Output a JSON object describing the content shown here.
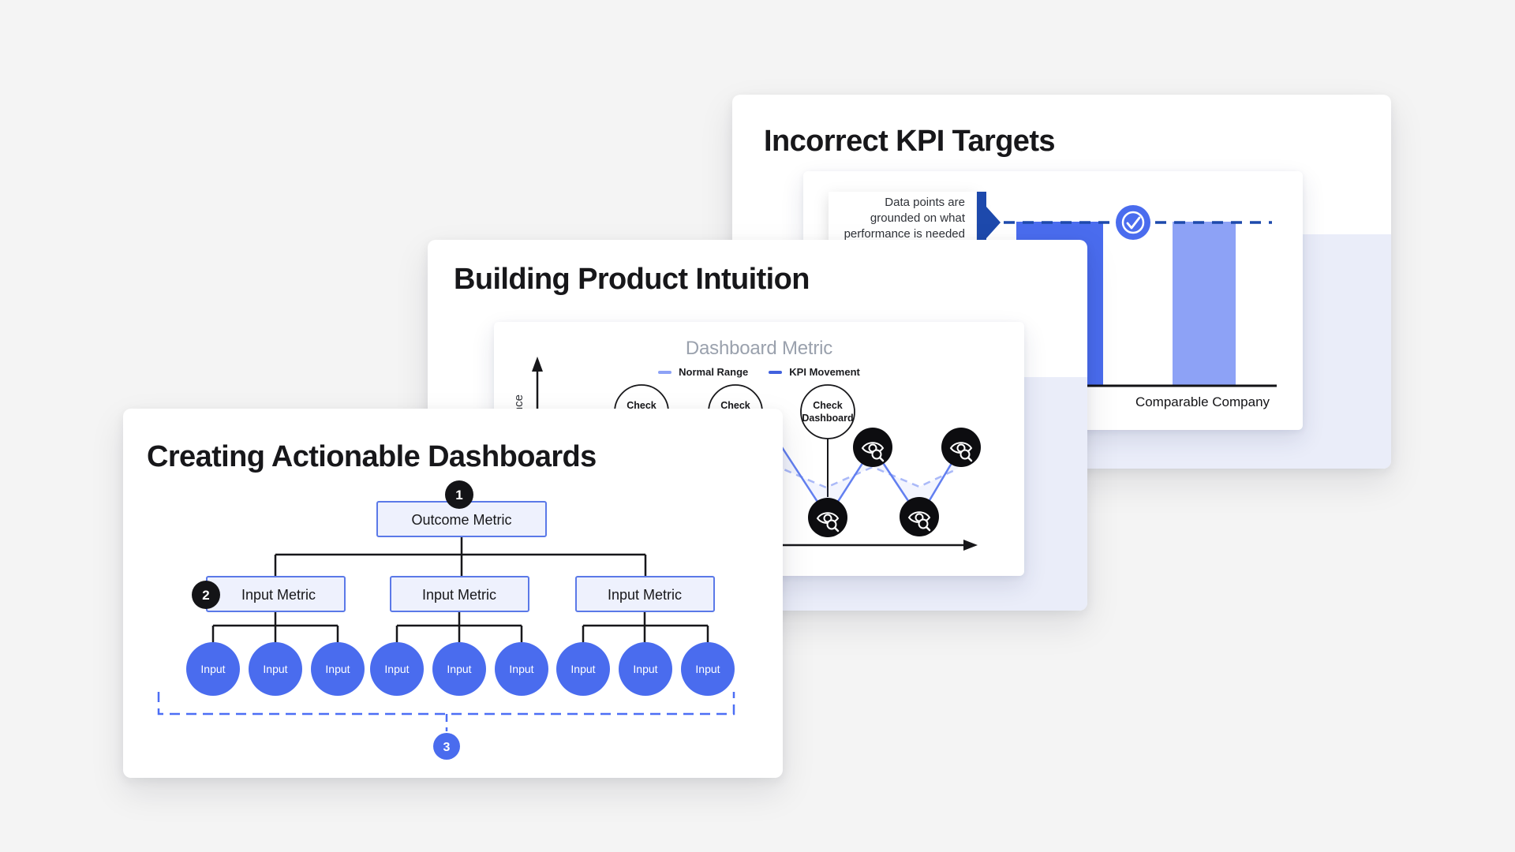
{
  "canvas": {
    "background": "#f4f4f4"
  },
  "colors": {
    "primary_blue": "#4a6cee",
    "light_periwinkle": "#8da2f6",
    "dark_navy_blue": "#1d49ac",
    "lavender_band": "#eaedf9",
    "node_fill": "#eef1fd",
    "node_border": "#5b79e8",
    "ink": "#17171a",
    "muted_chart_title": "#9aa1ad"
  },
  "slide_kpi": {
    "title": "Incorrect KPI Targets",
    "annotation": {
      "line1": "Data points are",
      "line2": "grounded on what",
      "line3": "performance is needed"
    },
    "bar_label": "Comparable Company"
  },
  "slide_intuition": {
    "title": "Building Product Intuition",
    "chart_title": "Dashboard Metric",
    "legend": [
      {
        "label": "Normal Range",
        "color": "#8da2f6"
      },
      {
        "label": "KPI Movement",
        "color": "#4161de"
      }
    ],
    "y_axis_label": "Performance",
    "check_node": {
      "line1": "Check",
      "line2": "Dashboard"
    }
  },
  "slide_dashboards": {
    "title": "Creating Actionable Dashboards",
    "badge_1": "1",
    "badge_2": "2",
    "badge_3": "3",
    "outcome_box": "Outcome Metric",
    "input_box": "Input Metric",
    "leaf": "Input"
  }
}
